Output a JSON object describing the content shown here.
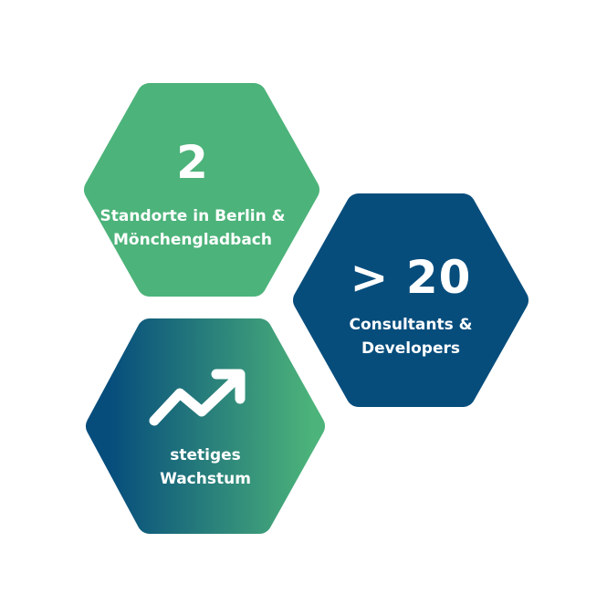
{
  "tiles": [
    {
      "id": "locations",
      "value": "2",
      "caption_line1": "Standorte in Berlin &",
      "caption_line2": "Mönchengladbach",
      "color": "#4cb37a"
    },
    {
      "id": "consultants",
      "value": "> 20",
      "caption_line1": "Consultants &",
      "caption_line2": "Developers",
      "color": "#064d7c"
    },
    {
      "id": "growth",
      "icon": "trend-up-arrow-icon",
      "caption_line1": "stetiges",
      "caption_line2": "Wachstum",
      "gradient_start": "#064d7c",
      "gradient_end": "#4cb37a"
    }
  ]
}
